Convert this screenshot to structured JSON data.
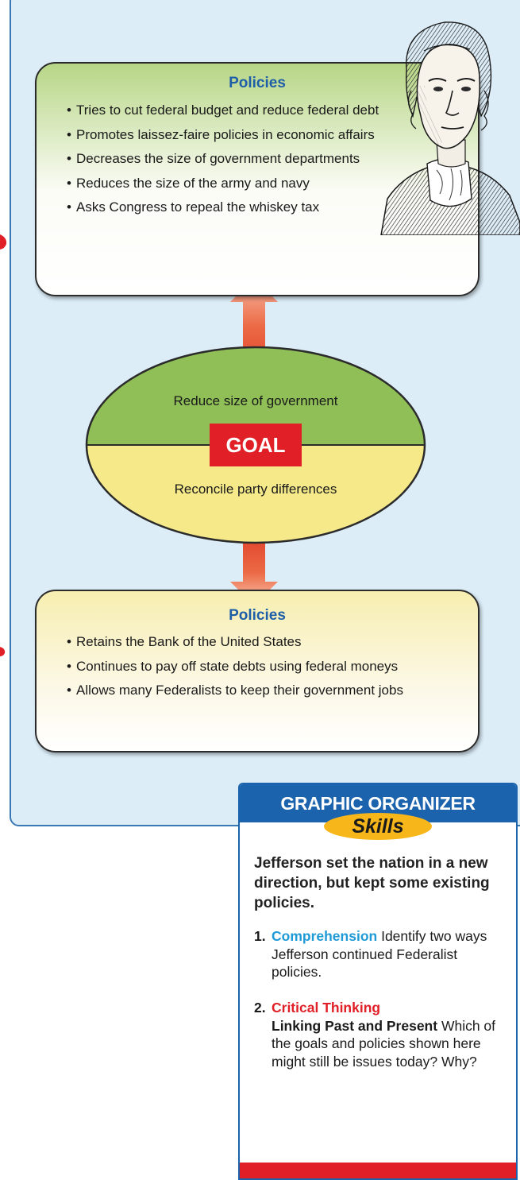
{
  "top_box": {
    "title": "Policies",
    "items": [
      "Tries to cut federal budget and reduce federal debt",
      "Promotes laissez-faire policies in economic affairs",
      "Decreases the size of government departments",
      "Reduces the size of the army and navy",
      "Asks Congress to repeal the whiskey tax"
    ]
  },
  "goal": {
    "upper": "Reduce size of government",
    "label": "GOAL",
    "lower": "Reconcile party differences"
  },
  "bottom_box": {
    "title": "Policies",
    "items": [
      "Retains the Bank of the United States",
      "Continues to pay off state debts using federal moneys",
      "Allows many Federalists to keep their government jobs"
    ]
  },
  "organizer": {
    "header": "GRAPHIC ORGANIZER",
    "skills": "Skills",
    "intro": "Jefferson set the nation in a new direction, but kept some existing policies.",
    "q1": {
      "num": "1.",
      "label": "Comprehension",
      "text": " Identify two ways Jefferson continued Federalist policies."
    },
    "q2": {
      "num": "2.",
      "label": "Critical Thinking",
      "sub": "Linking Past and Present",
      "text": " Which of the goals and policies shown here might still be issues today? Why?"
    }
  },
  "colors": {
    "panel_bg": "#dcedf8",
    "panel_border": "#3a78b3",
    "green_top": "#8fbf56",
    "yellow_bottom": "#f5e98a",
    "goal_red": "#e11f26",
    "title_blue": "#1f5fa8",
    "skills_gold": "#f7b71b"
  },
  "icons": [
    "jefferson-portrait",
    "up-arrow",
    "down-arrow"
  ]
}
